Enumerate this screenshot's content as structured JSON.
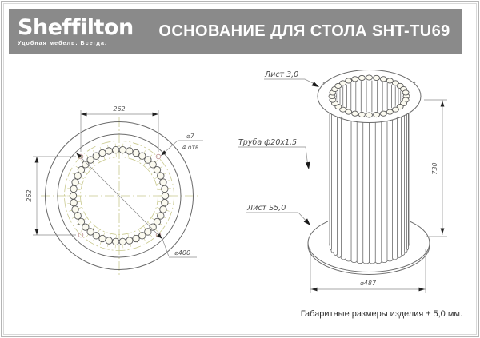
{
  "brand": {
    "name": "Sheffilton",
    "tagline": "Удобная мебель. Всегда."
  },
  "header": {
    "title": "ОСНОВАНИЕ ДЛЯ СТОЛА SHT-TU69"
  },
  "footer": {
    "note": "Габаритные размеры изделия ± 5,0 мм."
  },
  "colors": {
    "header_bg": "#8a8a8a",
    "header_text": "#ffffff",
    "line": "#6a6a6a",
    "dim_line": "#8a8a8a",
    "centerline": "#c9c98e",
    "bead_fill": "#fbfaf0",
    "arrow": "#222222"
  },
  "top_view": {
    "dim_width": "262",
    "dim_height": "262",
    "hole_dia": "⌀7",
    "hole_count": "4 отв",
    "plate_dia": "⌀400",
    "tube_count": 42,
    "mount_hole_count": 4
  },
  "side_view": {
    "label_top_plate": "Лист 3,0",
    "label_tube": "Труба ф20х1,5",
    "label_base_plate": "Лист S5,0",
    "dim_height": "730",
    "dim_base_dia": "⌀487",
    "visible_tube_count": 20
  }
}
